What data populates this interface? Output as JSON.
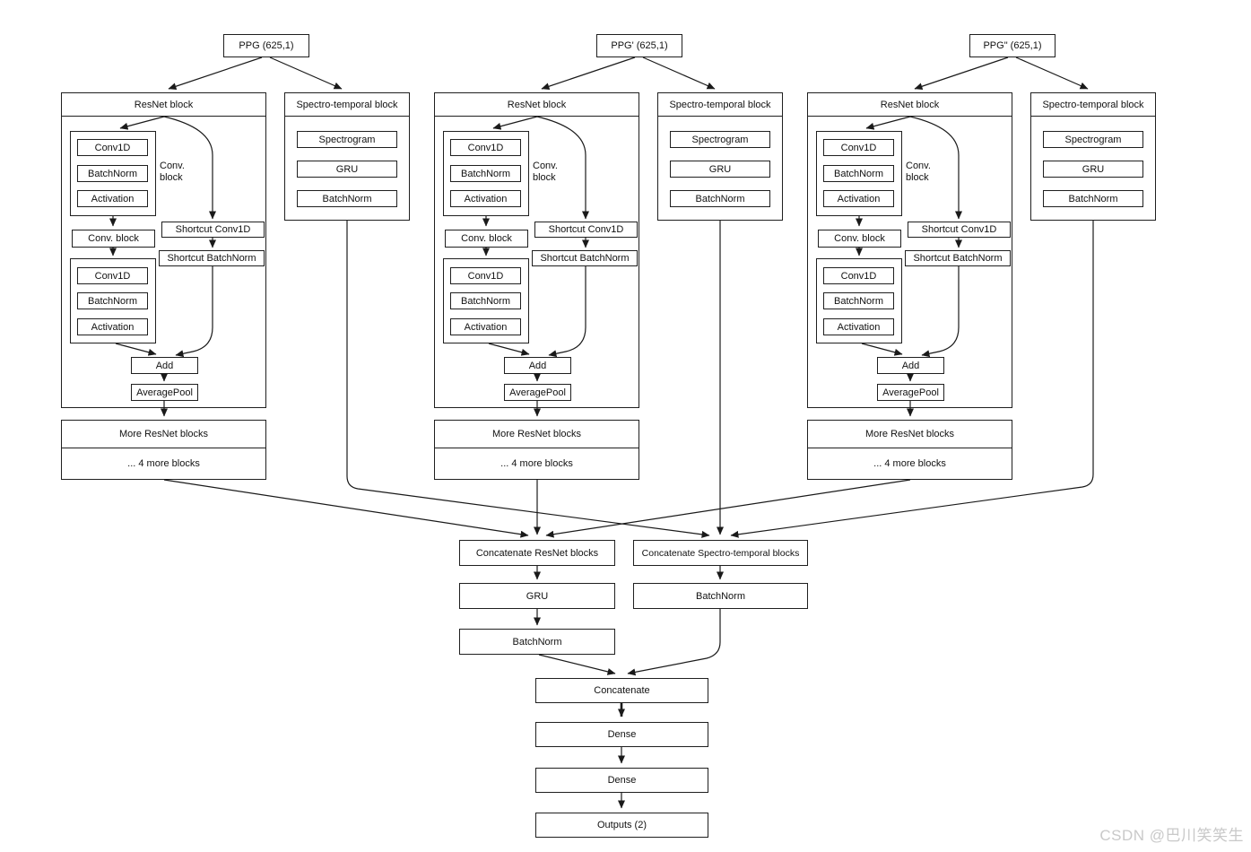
{
  "watermark": "CSDN @巴川笑笑生",
  "columns": [
    {
      "input": "PPG (625,1)",
      "resnet_title": "ResNet block",
      "conv_group_label": "Conv.\nblock",
      "group1": {
        "l1": "Conv1D",
        "l2": "BatchNorm",
        "l3": "Activation"
      },
      "conv_block": "Conv. block",
      "group2": {
        "l1": "Conv1D",
        "l2": "BatchNorm",
        "l3": "Activation"
      },
      "shortcut_conv": "Shortcut Conv1D",
      "shortcut_bn": "Shortcut BatchNorm",
      "add": "Add",
      "avgpool": "AveragePool",
      "more_title": "More ResNet blocks",
      "more_sub": "... 4 more blocks",
      "spectro_title": "Spectro-temporal block",
      "spectro": {
        "l1": "Spectrogram",
        "l2": "GRU",
        "l3": "BatchNorm"
      }
    },
    {
      "input": "PPG' (625,1)",
      "resnet_title": "ResNet block",
      "conv_group_label": "Conv.\nblock",
      "group1": {
        "l1": "Conv1D",
        "l2": "BatchNorm",
        "l3": "Activation"
      },
      "conv_block": "Conv. block",
      "group2": {
        "l1": "Conv1D",
        "l2": "BatchNorm",
        "l3": "Activation"
      },
      "shortcut_conv": "Shortcut Conv1D",
      "shortcut_bn": "Shortcut BatchNorm",
      "add": "Add",
      "avgpool": "AveragePool",
      "more_title": "More ResNet blocks",
      "more_sub": "... 4 more blocks",
      "spectro_title": "Spectro-temporal block",
      "spectro": {
        "l1": "Spectrogram",
        "l2": "GRU",
        "l3": "BatchNorm"
      }
    },
    {
      "input": "PPG\" (625,1)",
      "resnet_title": "ResNet block",
      "conv_group_label": "Conv.\nblock",
      "group1": {
        "l1": "Conv1D",
        "l2": "BatchNorm",
        "l3": "Activation"
      },
      "conv_block": "Conv. block",
      "group2": {
        "l1": "Conv1D",
        "l2": "BatchNorm",
        "l3": "Activation"
      },
      "shortcut_conv": "Shortcut Conv1D",
      "shortcut_bn": "Shortcut BatchNorm",
      "add": "Add",
      "avgpool": "AveragePool",
      "more_title": "More ResNet blocks",
      "more_sub": "... 4 more blocks",
      "spectro_title": "Spectro-temporal block",
      "spectro": {
        "l1": "Spectrogram",
        "l2": "GRU",
        "l3": "BatchNorm"
      }
    }
  ],
  "fusion": {
    "concat_resnet": "Concatenate ResNet blocks",
    "concat_spectro": "Concatenate Spectro-temporal blocks",
    "gru": "GRU",
    "batchnorm_resnet_path": "BatchNorm",
    "batchnorm_spectro_path": "BatchNorm",
    "concatenate": "Concatenate",
    "dense_1": "Dense",
    "dense_2": "Dense",
    "outputs": "Outputs (2)"
  },
  "colors": {
    "line": "#1a1a1a",
    "border": "#1f1f1f",
    "background": "#ffffff",
    "watermark": "#c9c9c9"
  }
}
